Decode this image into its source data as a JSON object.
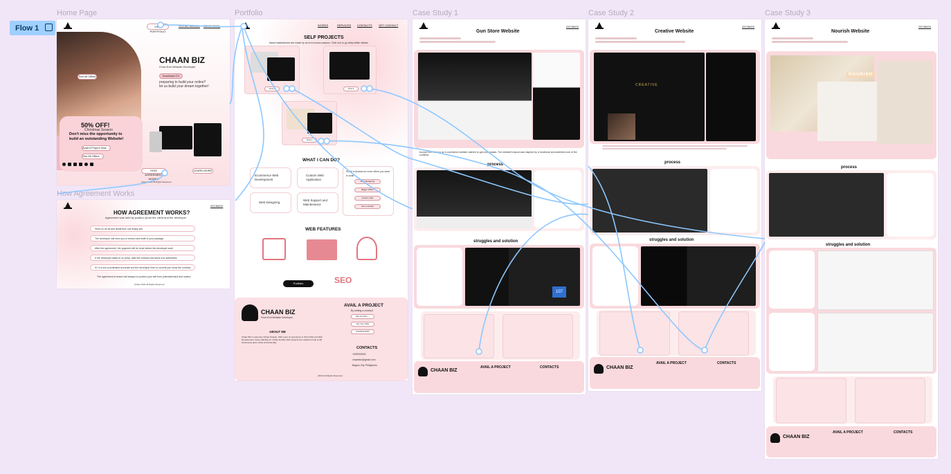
{
  "flow": {
    "label": "Flow 1"
  },
  "frames": {
    "home": "Home Page",
    "portfolio": "Portfolio",
    "cs1": "Case Study 1",
    "cs2": "Case Study 2",
    "cs3": "Case Study 3",
    "agreement": "How Agreement Works"
  },
  "home": {
    "nav": [
      "VISIT PORTFOLIO",
      "SOCIAL MEDIAS",
      "SEND EMAIL"
    ],
    "brand": "CHAAN BIZ",
    "role": "Front-End Website Developer",
    "download_cv": "Download CV",
    "tagline1": "preparing to build your online?",
    "tagline2": "let us build your dream together!",
    "see_offers": "See All Offers →",
    "promo_title": "50% OFF!",
    "promo_season": "Christmas Season",
    "promo_line1": "Don't miss the opportunity to",
    "promo_line2": "build an outstanding Website!",
    "avail_btn": "Avail A Project Now →",
    "see_offers2": "See All Offers →",
    "bottom_btn1": "HOW AGREEMENT WORKS",
    "bottom_btn2": "LEARN MORE",
    "copyright": "Chaan 2024 All Rights Reserved"
  },
  "agreement": {
    "back": "GO BACK",
    "title": "HOW AGREEMENT WORKS?",
    "subtitle": "Agreement was held by position (both the client and the developer",
    "items": [
      "Send us an all and detail then can finally see",
      "The developer will seen you a version and draft of your package",
      "After the agreement, the payment will be done before the developer work",
      "If the developer failed to on peep, take the contract and show it to authorities",
      "ID: If a mis-coordinated accurate and the developer then to commit you show the contract"
    ],
    "note": "The agreement is drawn full weapon to protect your self from potential fraud and scams",
    "footer": "Chaan 2024 All Rights Reserved"
  },
  "portfolio": {
    "nav": [
      "WORKS",
      "SERVICES",
      "CONTACTS",
      "GET CONTACT"
    ],
    "title": "SELF PROJECTS",
    "subtitle": "these masterpieces are made by an error-house passion. Click one to go deep better details",
    "view": "View it",
    "what_title": "WHAT I CAN DO?",
    "services": [
      "Ecommerce Web Development",
      "Custom Web Application",
      "Web Designing",
      "Web Support and Maintenance"
    ],
    "side_text": "Scroll a window for more offers you want to avail",
    "side_btns": [
      "Web Designing",
      "Bigger Offers",
      "Custom offer",
      "Get a contact"
    ],
    "features_title": "WEB FEATURES",
    "toggle": "Portfolio",
    "footer_brand": "CHAAN BIZ",
    "footer_role": "Front-End Website Developer",
    "about_title": "ABOUT ME",
    "about_text": "Chaan Biz is owned by Chaan Dingiao. With years of experience in Ui/Ux Web and Web Development, these standing for mobile friendly. Web projects are created to help small businesses grow online professionally.",
    "avail_title": "AVAIL A PROJECT",
    "avail_sub": "By setting a contract",
    "avail_btns": [
      "Hire Us Now →",
      "Get Your Offer",
      "CONSULTANT"
    ],
    "contacts_title": "CONTACTS",
    "contacts": [
      "+639000000",
      "chaanbiz@gmail.com",
      "Baguio City Philippines"
    ],
    "footer_note": "(2024) All Rights Reserved"
  },
  "cs1": {
    "title": "Gun Store Website",
    "back": "GO BACK",
    "process": "process",
    "struggles": "struggles and solution",
    "caption": "Accept Gun Store is an e-commerce website catered to gun enthusiasts. The website's layout was inspired by a functional and aesthetic look of the contents.",
    "avail_title": "AVAIL A PROJECT",
    "contacts_title": "CONTACTS",
    "brand": "CHAAN BIZ",
    "screen_number": "107"
  },
  "cs2": {
    "title": "Creative Website",
    "back": "GO BACK",
    "hero_word": "CREATIVE",
    "process": "process",
    "struggles": "struggles and solution",
    "avail_title": "AVAIL A PROJECT",
    "contacts_title": "CONTACTS",
    "brand": "CHAAN BIZ"
  },
  "cs3": {
    "title": "Nourish  Website",
    "back": "GO BACK",
    "hero_word": "NOURISH",
    "process": "process",
    "struggles": "struggles and solution",
    "avail_title": "AVAIL A PROJECT",
    "contacts_title": "CONTACTS",
    "brand": "CHAAN BIZ"
  }
}
